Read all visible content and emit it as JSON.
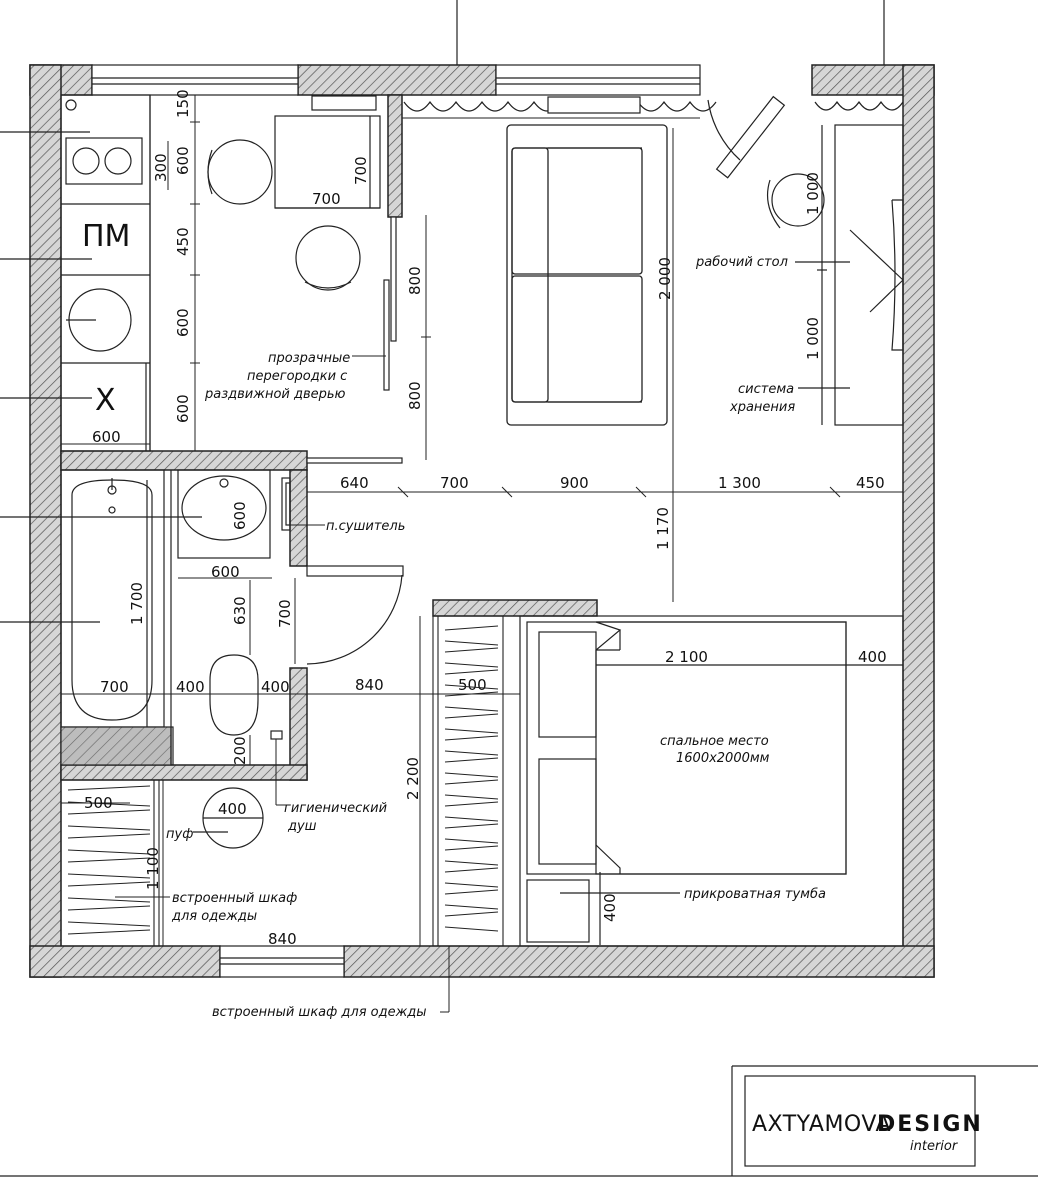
{
  "kitchen": {
    "appliance_dishwasher": "ПМ",
    "appliance_fridge": "Х",
    "dims": {
      "d150": "150",
      "d300": "300",
      "d600a": "600",
      "d450": "450",
      "d600b": "600",
      "d600c": "600",
      "d600w": "600"
    }
  },
  "dining": {
    "table_w": "700",
    "table_h": "700"
  },
  "partition": {
    "label_l1": "прозрачные",
    "label_l2": "перегородки с",
    "label_l3": "раздвижной дверью",
    "d800a": "800",
    "d800b": "800"
  },
  "living": {
    "sofa_len": "2 000",
    "desk_label": "рабочий стол",
    "storage_l1": "система",
    "storage_l2": "хранения",
    "d1000a": "1 000",
    "d1000b": "1 000"
  },
  "middle_row": {
    "d640": "640",
    "d700": "700",
    "d900": "900",
    "d1300": "1 300",
    "d450": "450",
    "d1170": "1 170"
  },
  "bath": {
    "tub_len": "1 700",
    "tub_w": "700",
    "sink_w": "600",
    "sink_d": "600",
    "dryer_label": "п.сушитель",
    "d630": "630",
    "d700": "700",
    "d400a": "400",
    "d400b": "400",
    "d200": "200",
    "shower_l1": "гигиенический",
    "shower_l2": "душ"
  },
  "hall": {
    "d840": "840",
    "d500": "500",
    "wardrobe_len": "2 200",
    "pouf_d": "400",
    "pouf_label": "пуф",
    "closet_w": "500",
    "closet_h": "1 100",
    "closet_l1": "встроенный шкаф",
    "closet_l2": "для одежды",
    "door_w": "840",
    "wardrobe_label": "встроенный шкаф для одежды"
  },
  "bedroom": {
    "bed_len": "2 100",
    "d400": "400",
    "bed_l1": "спальное место",
    "bed_l2": "1600х2000мм",
    "nightstand_label": "прикроватная тумба",
    "nightstand_d": "400"
  },
  "brand": {
    "part1": "AXTYAMOVA",
    "part2": "DESIGN",
    "sub": "interior"
  }
}
